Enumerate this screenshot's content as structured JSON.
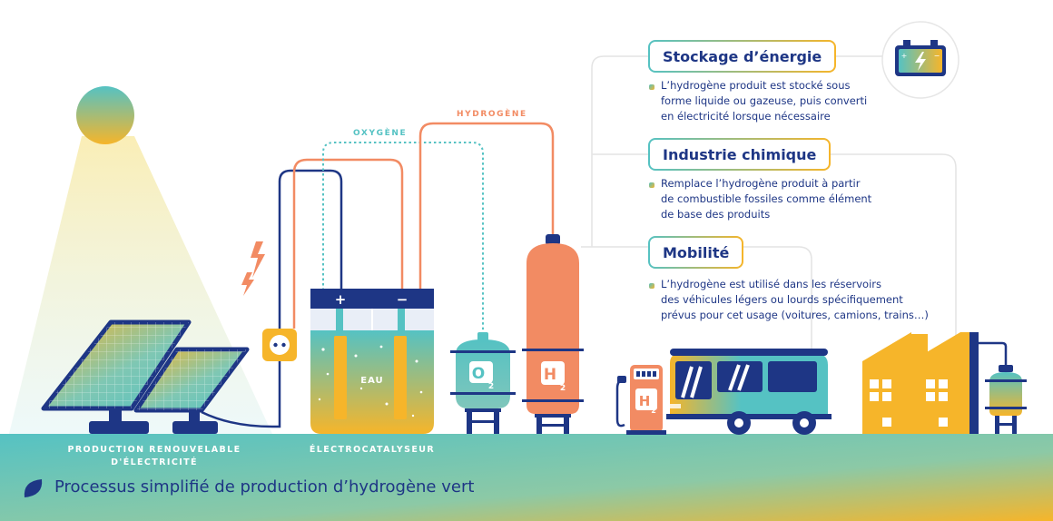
{
  "labels": {
    "oxygen": "OXYGÈNE",
    "hydrogen": "HYDROGÈNE",
    "water": "EAU",
    "production_line1": "PRODUCTION RENOUVELABLE",
    "production_line2": "D'ÉLECTRICITÉ",
    "electrolyzer": "ÉLECTROCATALYSEUR",
    "plus": "+",
    "minus": "−",
    "o2_letter": "O",
    "o2_sub": "2",
    "h2_letter": "H",
    "h2_sub": "2"
  },
  "sections": [
    {
      "title": "Stockage d’énergie",
      "lines": [
        "L’hydrogène produit est stocké sous",
        "forme liquide ou gazeuse, puis converti",
        "en électricité lorsque nécessaire"
      ]
    },
    {
      "title": "Industrie chimique",
      "lines": [
        "Remplace l’hydrogène produit à partir",
        "de combustible fossiles comme élément",
        "de base des produits"
      ]
    },
    {
      "title": "Mobilité",
      "lines": [
        "L’hydrogène est utilisé dans les réservoirs",
        "des véhicules légers ou lourds spécifiquement",
        "prévus pour cet usage (voitures, camions, trains…)"
      ]
    }
  ],
  "footer": {
    "title": "Processus simplifié de production d’hydrogène vert"
  },
  "colors": {
    "navy": "#1e3685",
    "teal": "#55c2c3",
    "yellow": "#f6b52a",
    "salmon": "#f28b63"
  }
}
